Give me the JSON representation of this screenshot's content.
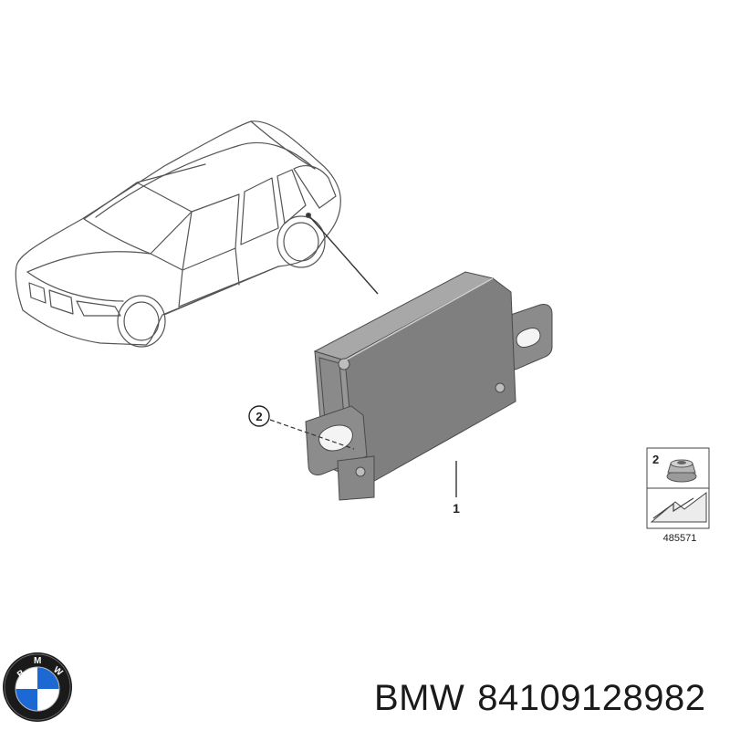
{
  "diagram": {
    "callouts": [
      {
        "id": "1",
        "label": "1"
      },
      {
        "id": "2",
        "label": "2"
      }
    ],
    "legend": {
      "part_number": "2",
      "drawing_id": "485571"
    }
  },
  "caption": {
    "brand": "BMW",
    "part_number": "84109128982"
  },
  "logo": {
    "name": "bmw-roundel-icon",
    "colors": {
      "ring": "#1a1a1a",
      "blue": "#1c69d4",
      "white": "#ffffff"
    }
  }
}
